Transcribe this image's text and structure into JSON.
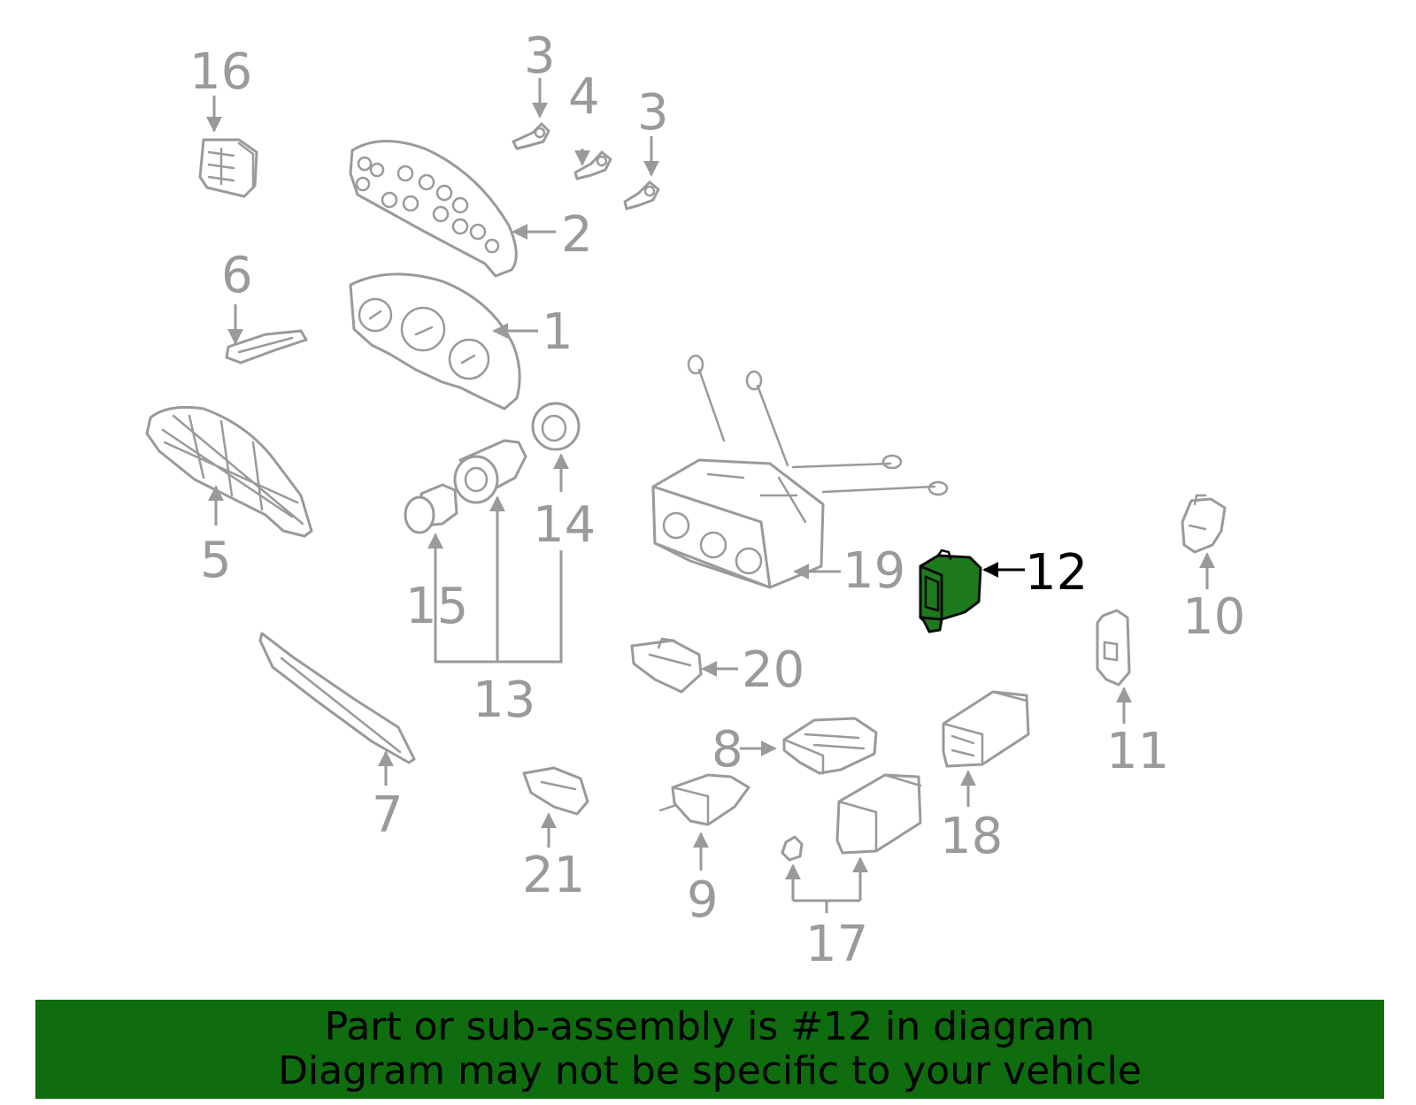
{
  "highlight_color": "#1e7a1e",
  "banner_color": "#0f6c0f",
  "callouts": {
    "c1": "1",
    "c2": "2",
    "c3a": "3",
    "c3b": "3",
    "c4": "4",
    "c5": "5",
    "c6": "6",
    "c7": "7",
    "c8": "8",
    "c9": "9",
    "c10": "10",
    "c11": "11",
    "c12": "12",
    "c13": "13",
    "c14": "14",
    "c15": "15",
    "c16": "16",
    "c17": "17",
    "c18": "18",
    "c19": "19",
    "c20": "20",
    "c21": "21"
  },
  "highlighted_part": "12",
  "banner": {
    "line1": "Part or sub-assembly is #12 in diagram",
    "line2": "Diagram may not be specific to your vehicle"
  }
}
